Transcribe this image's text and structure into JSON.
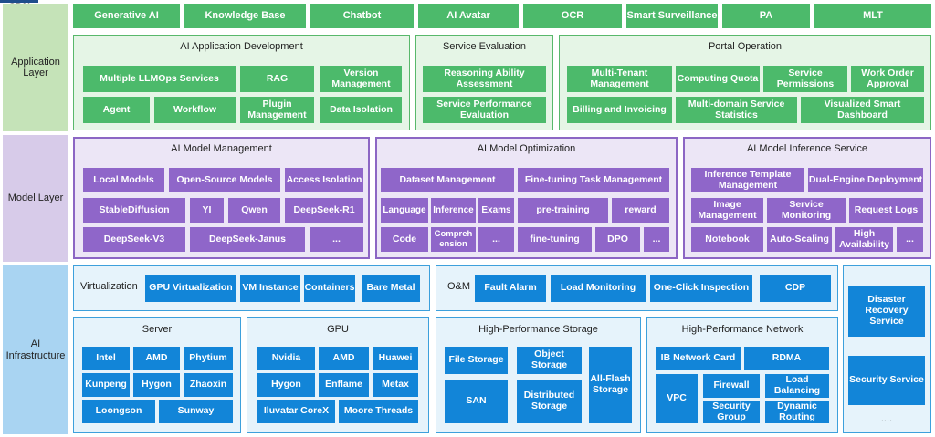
{
  "tab_label": "CDN",
  "colors": {
    "application": "#4cba6b",
    "model": "#8f66c9",
    "infrastructure": "#1285d8",
    "layer_application_bg": "#c5e3b8",
    "layer_model_bg": "#d7cbe9",
    "layer_infra_bg": "#a9d4f2"
  },
  "layers": {
    "application": "Application Layer",
    "model": "Model Layer",
    "infrastructure": "AI Infrastructure"
  },
  "app_top": [
    "Generative AI",
    "Knowledge Base",
    "Chatbot",
    "AI Avatar",
    "OCR",
    "Smart Surveillance",
    "PA",
    "MLT"
  ],
  "app_dev": {
    "title": "AI Application Development",
    "items": [
      "Multiple LLMOps Services",
      "RAG",
      "Version Management",
      "Agent",
      "Workflow",
      "Plugin Management",
      "Data Isolation"
    ]
  },
  "service_eval": {
    "title": "Service Evaluation",
    "items": [
      "Reasoning Ability Assessment",
      "Service Performance Evaluation"
    ]
  },
  "portal_op": {
    "title": "Portal Operation",
    "items": [
      "Multi-Tenant Management",
      "Computing Quota",
      "Service Permissions",
      "Work Order Approval",
      "Billing and Invoicing",
      "Multi-domain Service Statistics",
      "Visualized Smart Dashboard"
    ]
  },
  "model_mgmt": {
    "title": "AI Model Management",
    "items": [
      "Local Models",
      "Open-Source Models",
      "Access Isolation",
      "StableDiffusion",
      "YI",
      "Qwen",
      "DeepSeek-R1",
      "DeepSeek-V3",
      "DeepSeek-Janus",
      "..."
    ]
  },
  "model_opt": {
    "title": "AI Model Optimization",
    "items": [
      "Dataset Management",
      "Fine-tuning Task Management",
      "Language",
      "Inference",
      "Exams",
      "pre-training",
      "reward",
      "Code",
      "Comprehension",
      "...",
      "fine-tuning",
      "DPO",
      "..."
    ]
  },
  "model_inf": {
    "title": "AI Model Inference Service",
    "items": [
      "Inference Template Management",
      "Dual-Engine Deployment",
      "Image Management",
      "Service Monitoring",
      "Request Logs",
      "Notebook",
      "Auto-Scaling",
      "High Availability",
      "..."
    ]
  },
  "virt": {
    "title": "Virtualization",
    "items": [
      "GPU Virtualization",
      "VM Instance",
      "Containers",
      "Bare Metal"
    ]
  },
  "om": {
    "title": "O&M",
    "items": [
      "Fault Alarm",
      "Load Monitoring",
      "One-Click Inspection",
      "CDP"
    ]
  },
  "side": [
    "Disaster Recovery Service",
    "Security Service",
    "...."
  ],
  "server": {
    "title": "Server",
    "items": [
      "Intel",
      "AMD",
      "Phytium",
      "Kunpeng",
      "Hygon",
      "Zhaoxin",
      "Loongson",
      "Sunway"
    ]
  },
  "gpu": {
    "title": "GPU",
    "items": [
      "Nvidia",
      "AMD",
      "Huawei",
      "Hygon",
      "Enflame",
      "Metax",
      "Iluvatar CoreX",
      "Moore Threads"
    ]
  },
  "storage": {
    "title": "High-Performance Storage",
    "items": [
      "File Storage",
      "Object Storage",
      "All-Flash Storage",
      "SAN",
      "Distributed Storage"
    ]
  },
  "network": {
    "title": "High-Performance Network",
    "items": [
      "IB Network Card",
      "RDMA",
      "VPC",
      "Firewall",
      "Load Balancing",
      "Security Group",
      "Dynamic Routing"
    ]
  }
}
